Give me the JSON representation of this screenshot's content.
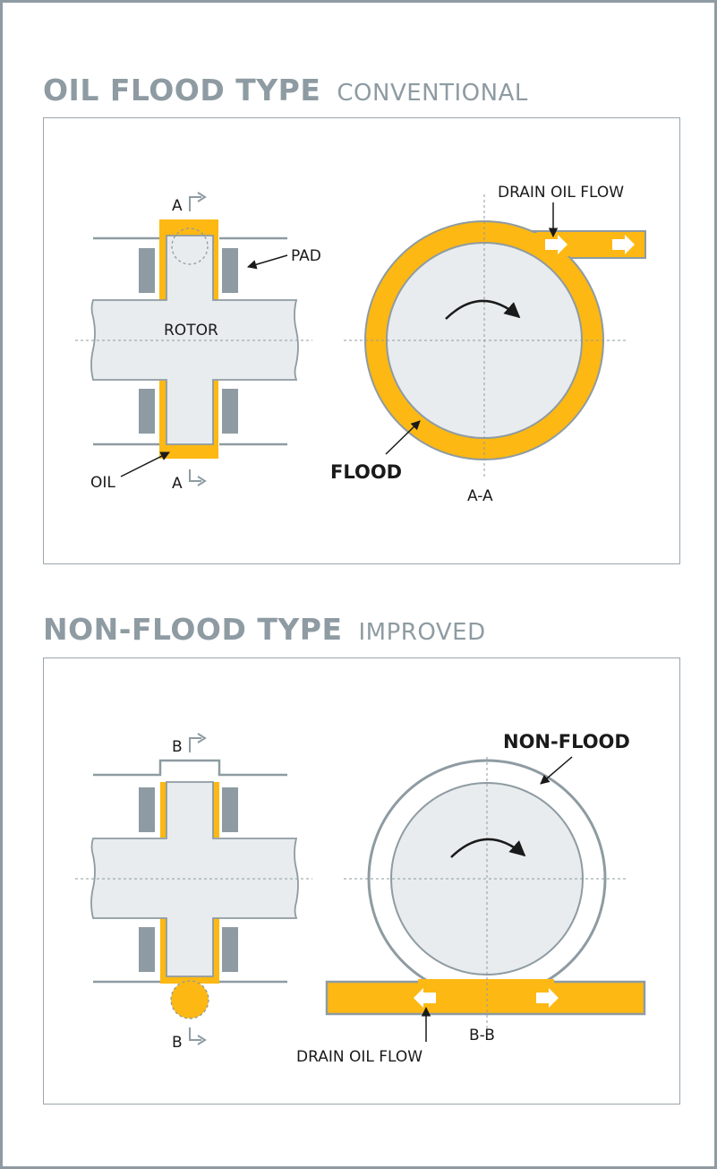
{
  "top": {
    "title": "OIL FLOOD TYPE",
    "subtitle": "CONVENTIONAL",
    "labels": {
      "section_marker_top": "A",
      "section_marker_bottom": "A",
      "pad": "PAD",
      "rotor": "ROTOR",
      "oil": "OIL",
      "drain": "DRAIN OIL FLOW",
      "state": "FLOOD",
      "section": "A-A"
    }
  },
  "bottom": {
    "title": "NON-FLOOD TYPE",
    "subtitle": "IMPROVED",
    "labels": {
      "section_marker_top": "B",
      "section_marker_bottom": "B",
      "state": "NON-FLOOD",
      "drain": "DRAIN OIL FLOW",
      "section": "B-B"
    }
  },
  "colors": {
    "oil": "#fdb813",
    "rotor_fill": "#e8ecee",
    "outline": "#8e9ba2",
    "pad": "#8e9ba2",
    "heading": "#8e9ba2"
  }
}
